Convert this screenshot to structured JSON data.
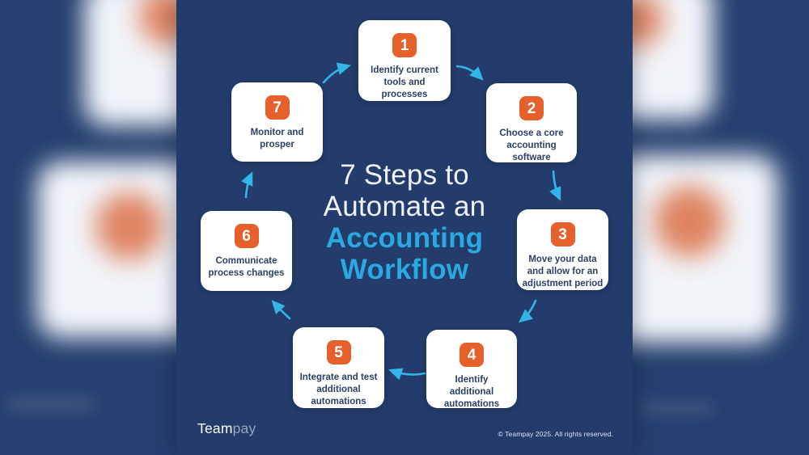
{
  "infographic": {
    "title": {
      "prefix_lines": [
        "7 Steps to",
        "Automate an"
      ],
      "highlight_lines": [
        "Accounting",
        "Workflow"
      ]
    },
    "steps": [
      {
        "number": "1",
        "label": "Identify current tools and processes"
      },
      {
        "number": "2",
        "label": "Choose a core accounting software"
      },
      {
        "number": "3",
        "label": "Move your data and allow for an adjustment period"
      },
      {
        "number": "4",
        "label": "Identify additional automations"
      },
      {
        "number": "5",
        "label": "Integrate and test additional automations"
      },
      {
        "number": "6",
        "label": "Communicate process changes"
      },
      {
        "number": "7",
        "label": "Monitor and prosper"
      }
    ],
    "footer": {
      "logo": {
        "team": "Team",
        "pay": "pay"
      },
      "copyright": "© Teampay 2025. All rights reserved."
    },
    "colors": {
      "panel_navy": "#233c6b",
      "card_white": "#ffffff",
      "badge_orange": "#e6602b",
      "accent_cyan": "#29a9e0",
      "arrow_cyan": "#33b5e8",
      "card_text_navy": "#2c4068",
      "title_white": "#eef1f6"
    }
  }
}
